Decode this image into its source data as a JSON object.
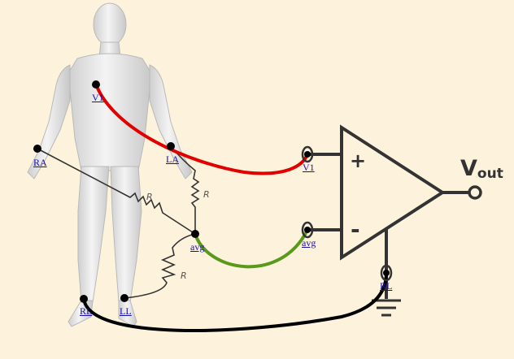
{
  "electrodes": {
    "v1": "V1",
    "la": "LA",
    "ra": "RA",
    "avg": "avg",
    "rl": "RL",
    "ll": "LL"
  },
  "amp_inputs": {
    "v1": "V1",
    "avg": "avg",
    "rl": "RL"
  },
  "resistors": {
    "ra": "R",
    "la": "R",
    "ll": "R"
  },
  "amplifier": {
    "plus": "+",
    "minus": "-",
    "output_main": "V",
    "output_sub": "out"
  },
  "colors": {
    "background": "#fdf3dc",
    "v1_wire": "#e00000",
    "avg_wire": "#5a9a1a",
    "rl_wire": "#000000",
    "link": "#1a0dab",
    "amp": "#333333"
  }
}
